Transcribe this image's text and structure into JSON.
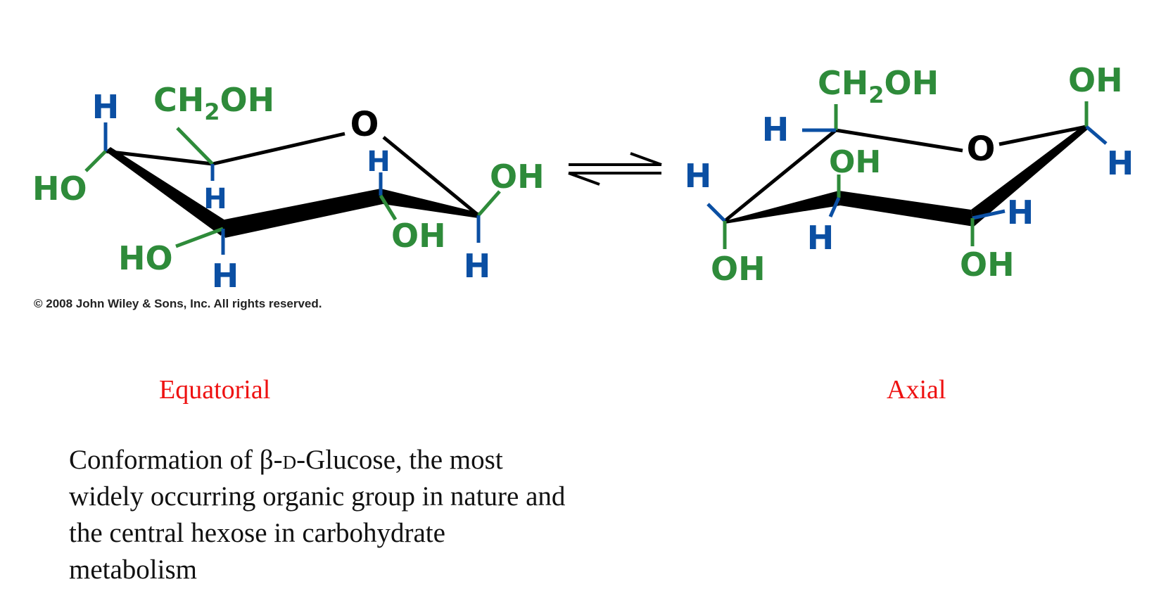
{
  "colors": {
    "green": "#2e8b3a",
    "blue": "#0b4fa3",
    "black": "#000000",
    "red": "#ee1111"
  },
  "symbols": {
    "H": "H",
    "HO": "HO",
    "OH": "OH",
    "O": "O",
    "CH": "CH",
    "sub2": "2",
    "equilibrium": "⇌"
  },
  "copyright": "© 2008 John Wiley & Sons, Inc. All rights reserved.",
  "labels": {
    "left": "Equatorial",
    "right": "Axial"
  },
  "caption": {
    "part1": "Conformation of β-",
    "small_caps": "d",
    "part2": "-Glucose, the most widely occurring organic group in nature and the central hexose in carbohydrate metabolism"
  }
}
